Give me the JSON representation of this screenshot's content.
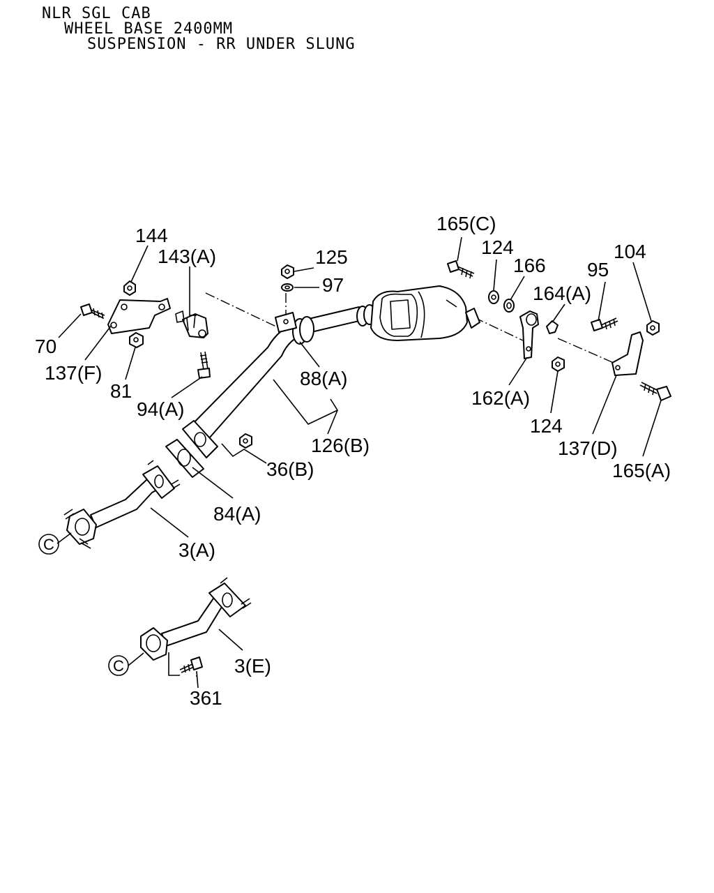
{
  "header": {
    "line1": "NLR SGL CAB",
    "line2": "WHEEL BASE 2400MM",
    "line3": "SUSPENSION - RR UNDER SLUNG"
  },
  "callouts": {
    "c144": "144",
    "c143a": "143(A)",
    "c125": "125",
    "c97": "97",
    "c165c": "165(C)",
    "c124a": "124",
    "c166": "166",
    "c104": "104",
    "c95": "95",
    "c164a": "164(A)",
    "c70": "70",
    "c137f": "137(F)",
    "c81": "81",
    "c94a": "94(A)",
    "c88a": "88(A)",
    "c162a": "162(A)",
    "c124b": "124",
    "c137d": "137(D)",
    "c165a": "165(A)",
    "c126b": "126(B)",
    "c36b": "36(B)",
    "c84a": "84(A)",
    "c3a": "3(A)",
    "c3e": "3(E)",
    "c361": "361"
  },
  "connectors": {
    "c1": "C",
    "c2": "C"
  }
}
